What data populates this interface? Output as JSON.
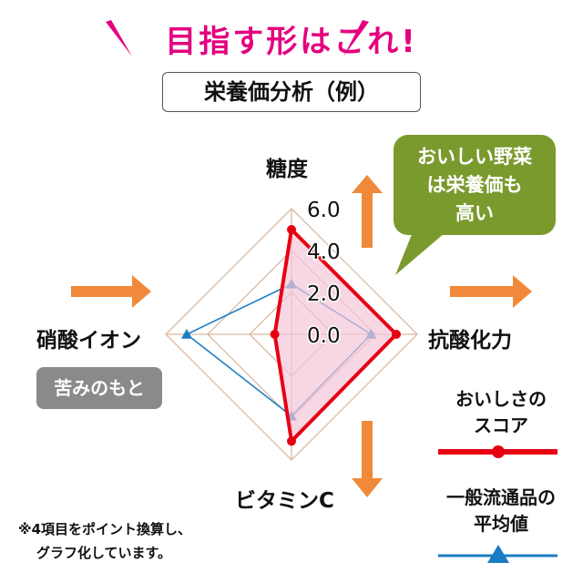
{
  "headline": "目指す形はこれ!",
  "subtitle": "栄養価分析（例）",
  "bubble": {
    "lines": [
      "おいしい野菜",
      "は栄養価も",
      "高い"
    ]
  },
  "bitter_label": "苦みのもと",
  "legend": [
    {
      "lines": [
        "おいしさの",
        "スコア"
      ],
      "color": "#e60012",
      "marker": "circle"
    },
    {
      "lines": [
        "一般流通品の",
        "平均値"
      ],
      "color": "#1a7dc4",
      "marker": "triangle"
    }
  ],
  "footnote": [
    "※4項目をポイント換算し、",
    "グラフ化しています。"
  ],
  "colors": {
    "pink": "#e4007f",
    "orange": "#f08a3a",
    "grid": "#d9b9a0",
    "fill": "#f5c6d8"
  },
  "chart_data": {
    "type": "radar",
    "axes": [
      "糖度",
      "抗酸化力",
      "ビタミンC",
      "硝酸イオン"
    ],
    "tick_labels": [
      "0.0",
      "2.0",
      "4.0",
      "6.0"
    ],
    "range": [
      0,
      6
    ],
    "series": [
      {
        "name": "おいしさのスコア",
        "values": [
          5.0,
          5.0,
          5.1,
          0.8
        ],
        "color": "#e60012"
      },
      {
        "name": "一般流通品の平均値",
        "values": [
          2.4,
          3.8,
          3.9,
          5.0
        ],
        "color": "#1a7dc4"
      }
    ]
  }
}
